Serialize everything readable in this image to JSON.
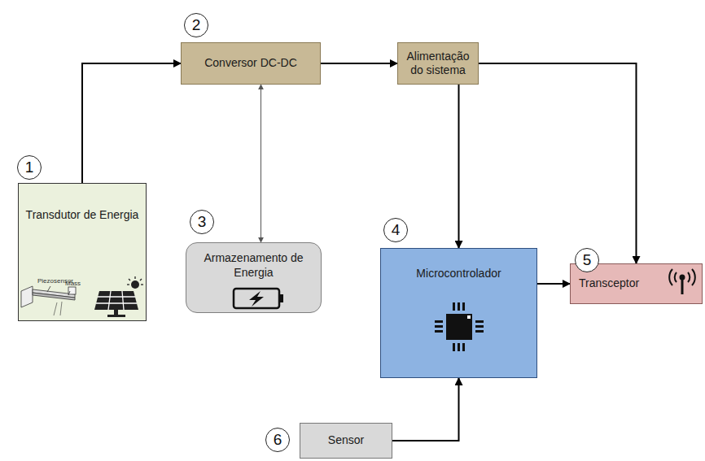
{
  "diagram": {
    "nodes": [
      {
        "text": [
          "Conversor DC-DC"
        ]
      },
      {
        "text": [
          "Alimentação do sistema"
        ]
      },
      {
        "text": [
          "Transdutor de Energia"
        ]
      },
      {
        "text": [
          "Armazenamento de Energia"
        ]
      },
      {
        "text": [
          "Microcontrolador"
        ]
      },
      {
        "text": [
          "Transceptor"
        ]
      },
      {
        "text": [
          "Sensor"
        ]
      }
    ],
    "edges": [
      {
        "from": 2,
        "to": 0,
        "arrow": "to"
      },
      {
        "from": 0,
        "to": 1,
        "arrow": "to"
      },
      {
        "from": 0,
        "to": 3,
        "arrow": "both"
      },
      {
        "from": 1,
        "to": 4,
        "arrow": "to"
      },
      {
        "from": 1,
        "to": 5,
        "arrow": "to"
      },
      {
        "from": 4,
        "to": 5,
        "arrow": "to"
      },
      {
        "from": 6,
        "to": 4,
        "arrow": "to"
      }
    ],
    "labels": [
      "1",
      "2",
      "3",
      "4",
      "5",
      "6",
      "Piezosensor",
      "Mass"
    ]
  }
}
